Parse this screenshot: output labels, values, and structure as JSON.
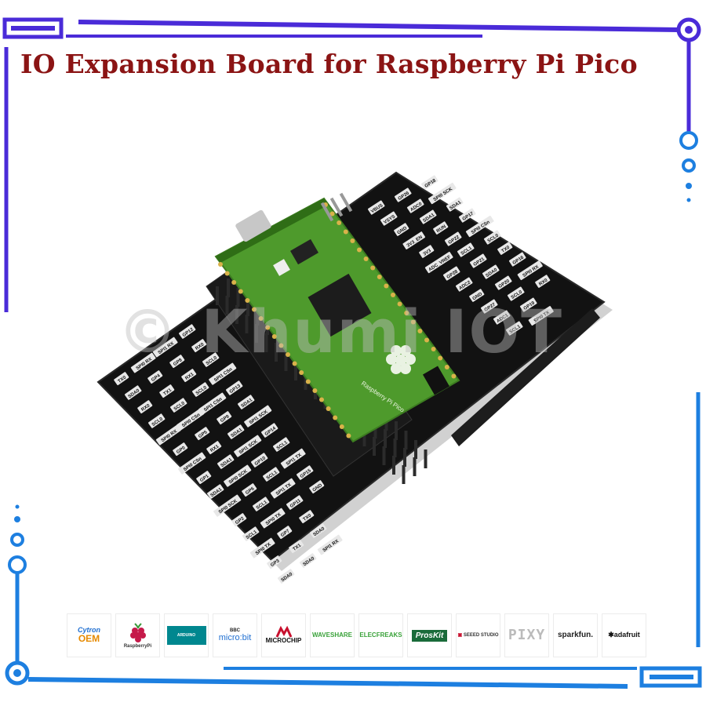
{
  "title": "IO Expansion Board for Raspberry Pi Pico",
  "watermark": "© Khumi IOT",
  "colors": {
    "title": "#8b1414",
    "frame_purple": "#4a2bd8",
    "frame_blue": "#1d7fe0",
    "board": "#121212",
    "pcb_green": "#4e9a2c",
    "pin_label": "#e8e8e8"
  },
  "board": {
    "labels_left": [
      "TX0",
      "SDA0",
      "RX0",
      "SCL0",
      "SPI0 RX",
      "GP0",
      "SPI0 CSn",
      "GP1",
      "SDA1",
      "SPI0 SCK",
      "GP2",
      "SCL1",
      "SPI0 TX",
      "GP3",
      "SDA0",
      "SPI0 RX",
      "GP4",
      "TX1",
      "SCL0",
      "SPI0 CSn",
      "GP5",
      "RX1",
      "SDA1",
      "SPI0 SCK",
      "GP6",
      "SCL1",
      "SPI0 TX",
      "GP7",
      "TX1",
      "SDA0",
      "SPI1 RX",
      "GP8",
      "RX1",
      "SCL0",
      "SPI1 CSn",
      "GP9",
      "SDA1",
      "SPI1 SCK",
      "GP10",
      "SCL1",
      "SPI1 TX",
      "GP11",
      "TX0",
      "SDA0",
      "SPI1 RX",
      "GP12",
      "RX0",
      "SCL0",
      "SPI1 CSn",
      "GP13",
      "SDA1",
      "SPI1 SCK",
      "GP14",
      "SCL1",
      "SPI1 TX",
      "GP15",
      "GND"
    ],
    "labels_right": [
      "VBUS",
      "VSYS",
      "GND",
      "3V3_EN",
      "3V3",
      "ADC_VREF",
      "GP28",
      "ADC2",
      "GND",
      "GP27",
      "ADC1",
      "SCL1",
      "GP26",
      "ADC0",
      "SDA1",
      "RUN",
      "GP22",
      "SCL1",
      "GP21",
      "SDA0",
      "GP20",
      "SCL0",
      "GP19",
      "SPI0 TX",
      "GP18",
      "SPI0 SCK",
      "SDA1",
      "GP17",
      "SPI0 CSn",
      "SCL0",
      "TX0",
      "GP16",
      "SPI0 RX",
      "RX0"
    ],
    "pico_text": "Raspberry Pi Pico"
  },
  "logos": [
    {
      "id": "cytron",
      "main": "Cytron",
      "sub": "OEM"
    },
    {
      "id": "rpi",
      "main": "RaspberryPi"
    },
    {
      "id": "arduino",
      "main": "ARDUINO"
    },
    {
      "id": "microbit",
      "main": "BBC",
      "sub": "micro:bit"
    },
    {
      "id": "microchip",
      "main": "MICROCHIP"
    },
    {
      "id": "waveshare",
      "main": "WAVESHARE"
    },
    {
      "id": "elecfreaks",
      "main": "ELECFREAKS"
    },
    {
      "id": "proskit",
      "main": "ProsKit"
    },
    {
      "id": "seeed",
      "main": "SEEED STUDIO"
    },
    {
      "id": "pixy",
      "main": "PIXY"
    },
    {
      "id": "sparkfun",
      "main": "sparkfun."
    },
    {
      "id": "adafruit",
      "main": "adafruit"
    }
  ]
}
